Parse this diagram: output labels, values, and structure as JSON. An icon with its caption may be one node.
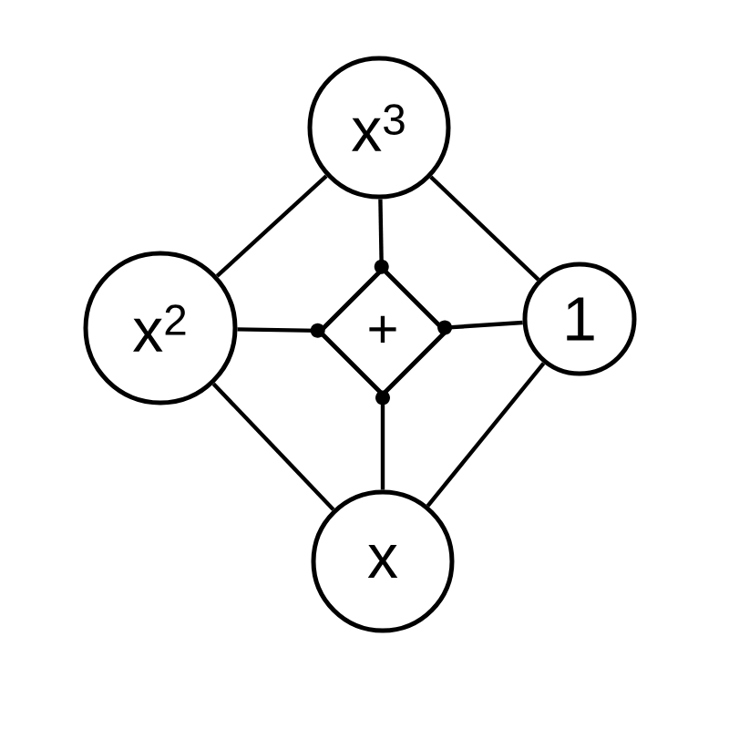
{
  "diagram": {
    "nodes": [
      {
        "text": [
          "x$^{3}$"
        ]
      },
      {
        "text": [
          "x$^{2}$"
        ]
      },
      {
        "text": [
          "+"
        ]
      },
      {
        "text": [
          "1"
        ]
      },
      {
        "text": [
          "x"
        ]
      }
    ],
    "edges": [
      {
        "from": 0,
        "to": 1,
        "arrow": "none"
      },
      {
        "from": 0,
        "to": 3,
        "arrow": "none"
      },
      {
        "from": 1,
        "to": 4,
        "arrow": "none"
      },
      {
        "from": 3,
        "to": 4,
        "arrow": "none"
      },
      {
        "from": 2,
        "to": 0,
        "arrow": "other"
      },
      {
        "from": 2,
        "to": 1,
        "arrow": "other"
      },
      {
        "from": 2,
        "to": 3,
        "arrow": "other"
      },
      {
        "from": 2,
        "to": 4,
        "arrow": "other"
      }
    ]
  }
}
